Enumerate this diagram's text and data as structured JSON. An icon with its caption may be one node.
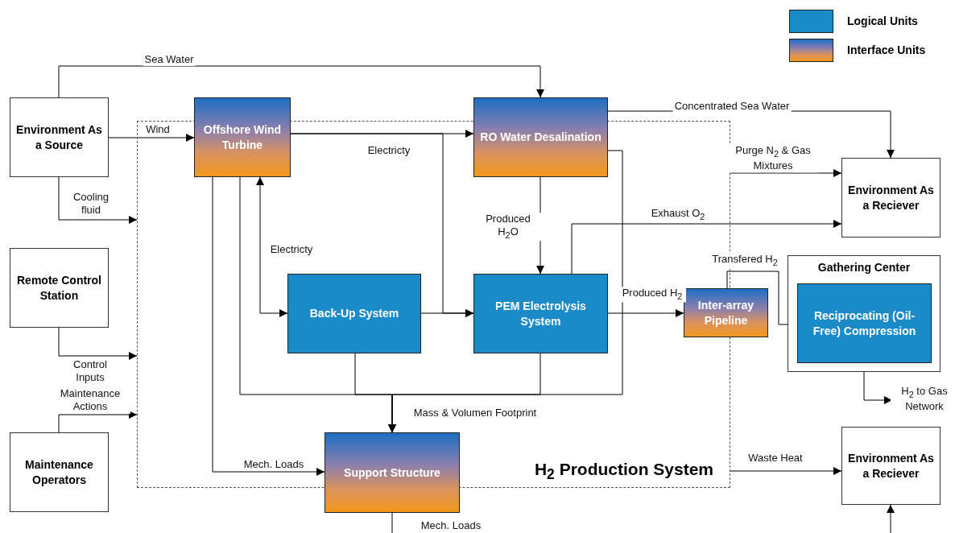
{
  "diagram": {
    "nodes": [
      {
        "text": [
          "Environment As a Source"
        ]
      },
      {
        "text": [
          "H$_{2}$ Production System"
        ]
      },
      {
        "text": [
          "Offshore Wind Turbine"
        ]
      },
      {
        "text": [
          "RO Water Desalination"
        ]
      },
      {
        "text": [
          "Environment As a Reciever"
        ]
      },
      {
        "text": [
          "Remote Control Station"
        ]
      },
      {
        "text": [
          "Back-Up System"
        ],
        "in": 1
      },
      {
        "text": [
          "PEM Electrolysis System"
        ],
        "in": 1
      },
      {
        "text": [
          "Inter-array Pipeline"
        ]
      },
      {
        "text": [
          "Gathering Center"
        ]
      },
      {
        "text": [
          "Reciprocating (Oil-Free) Compression"
        ],
        "in": 9
      },
      {
        "text": [
          "Maintenance Operators"
        ]
      },
      {
        "text": [
          "Support Structure"
        ]
      },
      {
        "text": [
          "Environment As a Reciever"
        ]
      }
    ],
    "edges": [
      {
        "from": 0,
        "to": 3,
        "arrow": "to",
        "label": "Sea Water"
      },
      {
        "from": 0,
        "to": 2,
        "arrow": "to",
        "label": "Wind"
      },
      {
        "from": 0,
        "to": 1,
        "arrow": "to",
        "label": "Cooling fluid"
      },
      {
        "from": 5,
        "to": 1,
        "arrow": "to",
        "label": "Control Inputs"
      },
      {
        "from": 11,
        "to": 1,
        "arrow": "to",
        "label": "Maintenance Actions"
      },
      {
        "from": 2,
        "to": 3,
        "arrow": "to",
        "label": "Electricty"
      },
      {
        "from": 2,
        "to": 6,
        "arrow": "both",
        "label": "Electricty"
      },
      {
        "from": 6,
        "to": 7,
        "arrow": "to"
      },
      {
        "from": 2,
        "to": 7,
        "arrow": "to"
      },
      {
        "from": 3,
        "to": 7,
        "arrow": "to",
        "label": "Produced H$_{2}$O"
      },
      {
        "from": 7,
        "to": 4,
        "arrow": "to",
        "label": "Exhaust O$_{2}$"
      },
      {
        "from": 7,
        "to": 8,
        "arrow": "to",
        "label": "Produced H$_{2}$"
      },
      {
        "from": 8,
        "to": 10,
        "arrow": "to",
        "label": "Transfered H$_{2}$"
      },
      {
        "from": 3,
        "to": 4,
        "arrow": "to",
        "label": "Concentrated Sea Water"
      },
      {
        "from": 1,
        "to": 4,
        "arrow": "to",
        "label": "Purge N$_{2}$ & Gas Mixtures"
      },
      {
        "from": 2,
        "to": 12,
        "arrow": "to",
        "label": "Mass & Volumen Footprint"
      },
      {
        "from": 6,
        "to": 12,
        "arrow": "to"
      },
      {
        "from": 7,
        "to": 12,
        "arrow": "to"
      },
      {
        "from": 3,
        "to": 12,
        "arrow": "to"
      },
      {
        "from": 2,
        "to": 12,
        "arrow": "to",
        "label": "Mech.  Loads"
      },
      {
        "from": 12,
        "to": null,
        "arrow": "none",
        "label": "Mech.  Loads"
      },
      {
        "from": 10,
        "to": null,
        "arrow": "to",
        "label": "H$_{2}$ to Gas Network"
      },
      {
        "from": 1,
        "to": 13,
        "arrow": "to",
        "label": "Waste Heat"
      },
      {
        "from": null,
        "to": 13,
        "arrow": "to"
      }
    ],
    "legend": [
      {
        "text": "Logical Units",
        "color": "#1a8ac8"
      },
      {
        "text": "Interface Units"
      }
    ]
  }
}
